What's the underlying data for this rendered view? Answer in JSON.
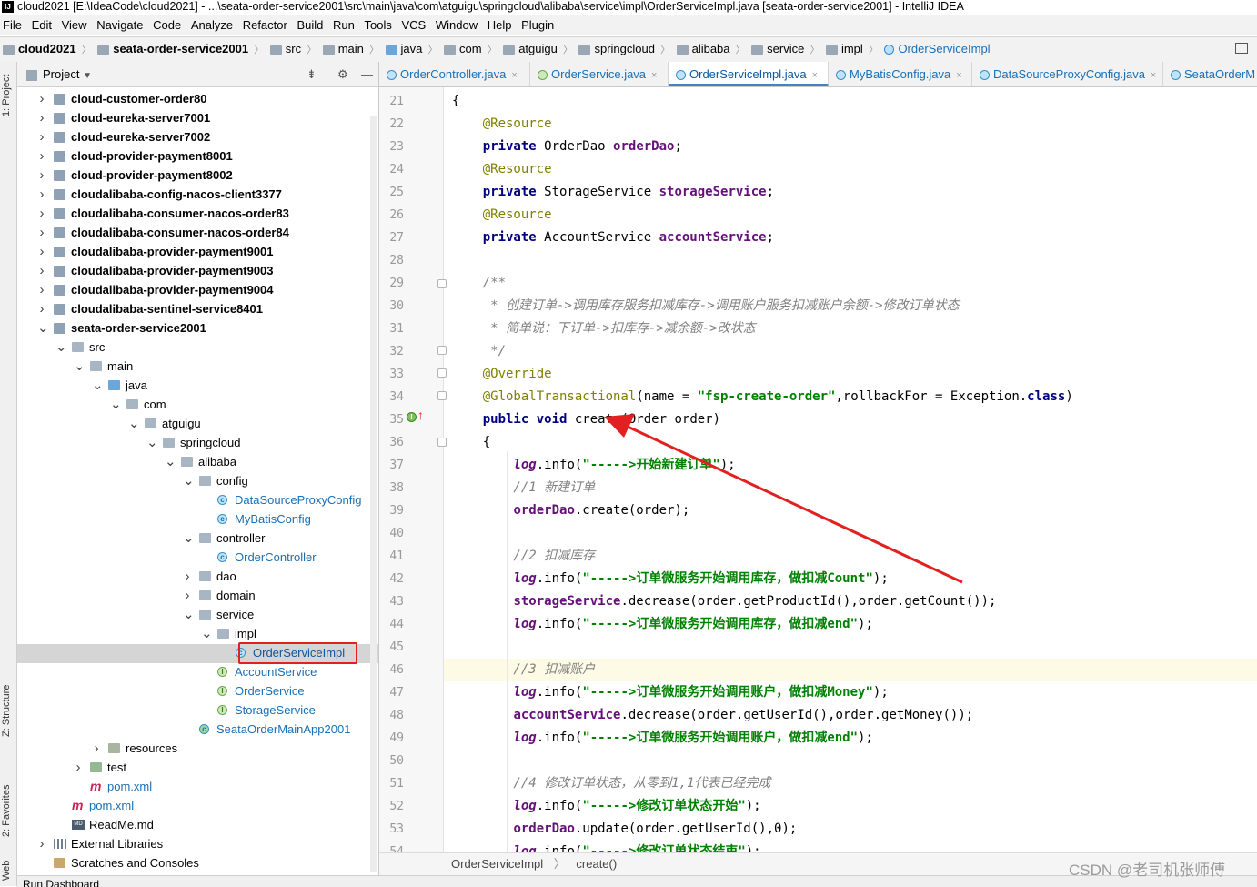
{
  "window": {
    "title": "cloud2021 [E:\\IdeaCode\\cloud2021] - ...\\seata-order-service2001\\src\\main\\java\\com\\atguigu\\springcloud\\alibaba\\service\\impl\\OrderServiceImpl.java [seata-order-service2001] - IntelliJ IDEA",
    "app_icon": "IJ"
  },
  "menu": [
    "File",
    "Edit",
    "View",
    "Navigate",
    "Code",
    "Analyze",
    "Refactor",
    "Build",
    "Run",
    "Tools",
    "VCS",
    "Window",
    "Help",
    "Plugin"
  ],
  "breadcrumb": [
    "cloud2021",
    "seata-order-service2001",
    "src",
    "main",
    "java",
    "com",
    "atguigu",
    "springcloud",
    "alibaba",
    "service",
    "impl",
    "OrderServiceImpl"
  ],
  "left_stripe": {
    "project": "1: Project",
    "structure": "Z: Structure",
    "favorites": "2: Favorites",
    "web": "Web"
  },
  "project_panel": {
    "title": "Project",
    "tree": [
      {
        "label": "cloud-customer-order80",
        "icon": "module-folder-icon",
        "bold": true
      },
      {
        "label": "cloud-eureka-server7001",
        "icon": "module-folder-icon",
        "bold": true
      },
      {
        "label": "cloud-eureka-server7002",
        "icon": "module-folder-icon",
        "bold": true
      },
      {
        "label": "cloud-provider-payment8001",
        "icon": "module-folder-icon",
        "bold": true
      },
      {
        "label": "cloud-provider-payment8002",
        "icon": "module-folder-icon",
        "bold": true
      },
      {
        "label": "cloudalibaba-config-nacos-client3377",
        "icon": "module-folder-icon",
        "bold": true
      },
      {
        "label": "cloudalibaba-consumer-nacos-order83",
        "icon": "module-folder-icon",
        "bold": true
      },
      {
        "label": "cloudalibaba-consumer-nacos-order84",
        "icon": "module-folder-icon",
        "bold": true
      },
      {
        "label": "cloudalibaba-provider-payment9001",
        "icon": "module-folder-icon",
        "bold": true
      },
      {
        "label": "cloudalibaba-provider-payment9003",
        "icon": "module-folder-icon",
        "bold": true
      },
      {
        "label": "cloudalibaba-provider-payment9004",
        "icon": "module-folder-icon",
        "bold": true
      },
      {
        "label": "cloudalibaba-sentinel-service8401",
        "icon": "module-folder-icon",
        "bold": true
      },
      {
        "label": "seata-order-service2001",
        "icon": "module-folder-icon",
        "bold": true,
        "expanded": true
      },
      {
        "label": "src",
        "icon": "folder-icon",
        "expanded": true
      },
      {
        "label": "main",
        "icon": "folder-icon",
        "expanded": true
      },
      {
        "label": "java",
        "icon": "folder-icon",
        "expanded": true
      },
      {
        "label": "com",
        "icon": "folder-icon",
        "expanded": true
      },
      {
        "label": "atguigu",
        "icon": "folder-icon",
        "expanded": true
      },
      {
        "label": "springcloud",
        "icon": "folder-icon",
        "expanded": true
      },
      {
        "label": "alibaba",
        "icon": "folder-icon",
        "expanded": true
      },
      {
        "label": "config",
        "icon": "folder-icon",
        "expanded": true
      },
      {
        "label": "DataSourceProxyConfig",
        "icon": "class-icon"
      },
      {
        "label": "MyBatisConfig",
        "icon": "class-icon"
      },
      {
        "label": "controller",
        "icon": "folder-icon",
        "expanded": true
      },
      {
        "label": "OrderController",
        "icon": "class-icon"
      },
      {
        "label": "dao",
        "icon": "folder-icon"
      },
      {
        "label": "domain",
        "icon": "folder-icon"
      },
      {
        "label": "service",
        "icon": "folder-icon",
        "expanded": true
      },
      {
        "label": "impl",
        "icon": "folder-icon",
        "expanded": true
      },
      {
        "label": "OrderServiceImpl",
        "icon": "class-icon",
        "selected": true
      },
      {
        "label": "AccountService",
        "icon": "interface-icon"
      },
      {
        "label": "OrderService",
        "icon": "interface-icon"
      },
      {
        "label": "StorageService",
        "icon": "interface-icon"
      },
      {
        "label": "SeataOrderMainApp2001",
        "icon": "spring-class-icon"
      },
      {
        "label": "resources",
        "icon": "folder-icon"
      },
      {
        "label": "test",
        "icon": "folder-icon"
      },
      {
        "label": "pom.xml",
        "icon": "maven-icon"
      },
      {
        "label": "pom.xml",
        "icon": "maven-icon"
      },
      {
        "label": "ReadMe.md",
        "icon": "markdown-icon"
      },
      {
        "label": "External Libraries",
        "icon": "library-icon"
      },
      {
        "label": "Scratches and Consoles",
        "icon": "scratch-icon"
      }
    ]
  },
  "tabs": [
    {
      "label": "OrderController.java",
      "icon": "class-icon"
    },
    {
      "label": "OrderService.java",
      "icon": "interface-icon"
    },
    {
      "label": "OrderServiceImpl.java",
      "icon": "class-icon",
      "active": true
    },
    {
      "label": "MyBatisConfig.java",
      "icon": "class-icon"
    },
    {
      "label": "DataSourceProxyConfig.java",
      "icon": "class-icon"
    },
    {
      "label": "SeataOrderM",
      "icon": "spring-class-icon"
    }
  ],
  "editor": {
    "lines": [
      {
        "n": "21",
        "code": "{"
      },
      {
        "n": "22",
        "code": "    @Resource"
      },
      {
        "n": "23",
        "code": "    private OrderDao orderDao;"
      },
      {
        "n": "24",
        "code": "    @Resource"
      },
      {
        "n": "25",
        "code": "    private StorageService storageService;"
      },
      {
        "n": "26",
        "code": "    @Resource"
      },
      {
        "n": "27",
        "code": "    private AccountService accountService;"
      },
      {
        "n": "28",
        "code": ""
      },
      {
        "n": "29",
        "code": "    /**"
      },
      {
        "n": "30",
        "code": "     * 创建订单->调用库存服务扣减库存->调用账户服务扣减账户余额->修改订单状态"
      },
      {
        "n": "31",
        "code": "     * 简单说：下订单->扣库存->减余额->改状态"
      },
      {
        "n": "32",
        "code": "     */"
      },
      {
        "n": "33",
        "code": "    @Override"
      },
      {
        "n": "34",
        "code": "    @GlobalTransactional(name = \"fsp-create-order\",rollbackFor = Exception.class)"
      },
      {
        "n": "35",
        "code": "    public void create(Order order)"
      },
      {
        "n": "36",
        "code": "    {"
      },
      {
        "n": "37",
        "code": "        log.info(\"----->开始新建订单\");"
      },
      {
        "n": "38",
        "code": "        //1 新建订单"
      },
      {
        "n": "39",
        "code": "        orderDao.create(order);"
      },
      {
        "n": "40",
        "code": ""
      },
      {
        "n": "41",
        "code": "        //2 扣减库存"
      },
      {
        "n": "42",
        "code": "        log.info(\"----->订单微服务开始调用库存，做扣减Count\");"
      },
      {
        "n": "43",
        "code": "        storageService.decrease(order.getProductId(),order.getCount());"
      },
      {
        "n": "44",
        "code": "        log.info(\"----->订单微服务开始调用库存，做扣减end\");"
      },
      {
        "n": "45",
        "code": ""
      },
      {
        "n": "46",
        "code": "        //3 扣减账户"
      },
      {
        "n": "47",
        "code": "        log.info(\"----->订单微服务开始调用账户，做扣减Money\");"
      },
      {
        "n": "48",
        "code": "        accountService.decrease(order.getUserId(),order.getMoney());"
      },
      {
        "n": "49",
        "code": "        log.info(\"----->订单微服务开始调用账户，做扣减end\");"
      },
      {
        "n": "50",
        "code": ""
      },
      {
        "n": "51",
        "code": "        //4 修改订单状态，从零到1,1代表已经完成"
      },
      {
        "n": "52",
        "code": "        log.info(\"----->修改订单状态开始\");"
      },
      {
        "n": "53",
        "code": "        orderDao.update(order.getUserId(),0);"
      },
      {
        "n": "54",
        "code": "        log.info(\"----->修改订单状态结束\");"
      }
    ],
    "current_line": "46",
    "breadcrumb": [
      "OrderServiceImpl",
      "create()"
    ]
  },
  "bottom_bar": {
    "label": "Run Dashboard"
  },
  "watermark": "CSDN @老司机张师傅",
  "colors": {
    "keyword": "#000080",
    "annotation": "#808000",
    "field": "#660e7a",
    "string": "#008000",
    "comment": "#808080",
    "highlight_box": "#e32020",
    "arrow": "#e32020"
  }
}
